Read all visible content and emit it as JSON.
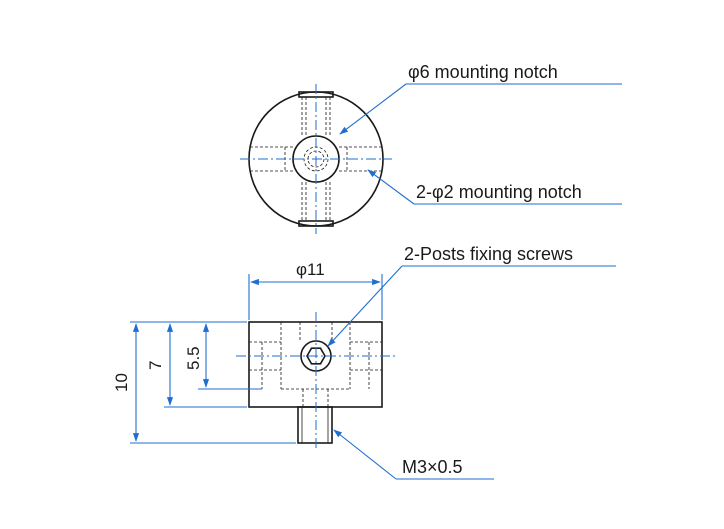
{
  "labels": {
    "phi6_notch": "φ6 mounting notch",
    "two_phi2_notch": "2-φ2 mounting notch",
    "posts_fixing_screws": "2-Posts fixing screws",
    "thread": "M3×0.5"
  },
  "dimensions": {
    "diameter": "φ11",
    "height_total": "10",
    "height_body": "7",
    "height_center": "5.5"
  },
  "colors": {
    "line": "#1a1a1a",
    "leader": "#1e6fd0"
  }
}
